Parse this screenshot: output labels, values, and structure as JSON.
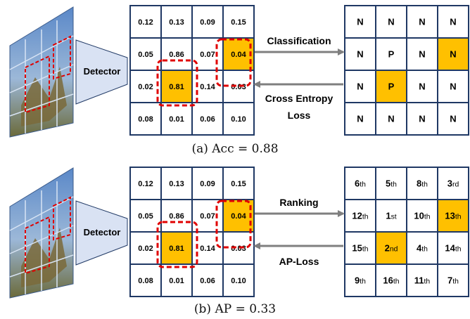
{
  "panel_a": {
    "detector_label": "Detector",
    "scores": [
      [
        "0.12",
        "0.13",
        "0.09",
        "0.15"
      ],
      [
        "0.05",
        "0.86",
        "0.07",
        "0.04"
      ],
      [
        "0.02",
        "0.81",
        "0.14",
        "0.03"
      ],
      [
        "0.08",
        "0.01",
        "0.06",
        "0.10"
      ]
    ],
    "labels": [
      [
        "N",
        "N",
        "N",
        "N"
      ],
      [
        "N",
        "P",
        "N",
        "N"
      ],
      [
        "N",
        "P",
        "N",
        "N"
      ],
      [
        "N",
        "N",
        "N",
        "N"
      ]
    ],
    "highlight_score_cells": [
      [
        1,
        3
      ],
      [
        2,
        1
      ]
    ],
    "highlight_label_cells": [
      [
        1,
        3
      ],
      [
        2,
        1
      ]
    ],
    "forward_arrow_label": "Classification",
    "backward_arrow_label_line1": "Cross Entropy",
    "backward_arrow_label_line2": "Loss",
    "caption_prefix": "(a) Acc",
    "caption_eq": " = ",
    "caption_value": "0.88"
  },
  "panel_b": {
    "detector_label": "Detector",
    "scores": [
      [
        "0.12",
        "0.13",
        "0.09",
        "0.15"
      ],
      [
        "0.05",
        "0.86",
        "0.07",
        "0.04"
      ],
      [
        "0.02",
        "0.81",
        "0.14",
        "0.03"
      ],
      [
        "0.08",
        "0.01",
        "0.06",
        "0.10"
      ]
    ],
    "ranks": [
      [
        [
          "6",
          "th"
        ],
        [
          "5",
          "th"
        ],
        [
          "8",
          "th"
        ],
        [
          "3",
          "rd"
        ]
      ],
      [
        [
          "12",
          "th"
        ],
        [
          "1",
          "st"
        ],
        [
          "10",
          "th"
        ],
        [
          "13",
          "th"
        ]
      ],
      [
        [
          "15",
          "th"
        ],
        [
          "2",
          "nd"
        ],
        [
          "4",
          "th"
        ],
        [
          "14",
          "th"
        ]
      ],
      [
        [
          "9",
          "th"
        ],
        [
          "16",
          "th"
        ],
        [
          "11",
          "th"
        ],
        [
          "7",
          "th"
        ]
      ]
    ],
    "highlight_score_cells": [
      [
        1,
        3
      ],
      [
        2,
        1
      ]
    ],
    "highlight_rank_cells": [
      [
        1,
        3
      ],
      [
        2,
        1
      ]
    ],
    "forward_arrow_label": "Ranking",
    "backward_arrow_label": "AP-Loss",
    "caption_prefix": "(b) AP",
    "caption_eq": " = ",
    "caption_value": "0.33"
  },
  "colors": {
    "grid_border": "#1f3864",
    "highlight_fill": "#ffc000",
    "dashed_box": "#e00000",
    "arrow": "#7f7f7f",
    "detector_fill": "#d9e2f3",
    "detector_stroke": "#1f3864"
  }
}
